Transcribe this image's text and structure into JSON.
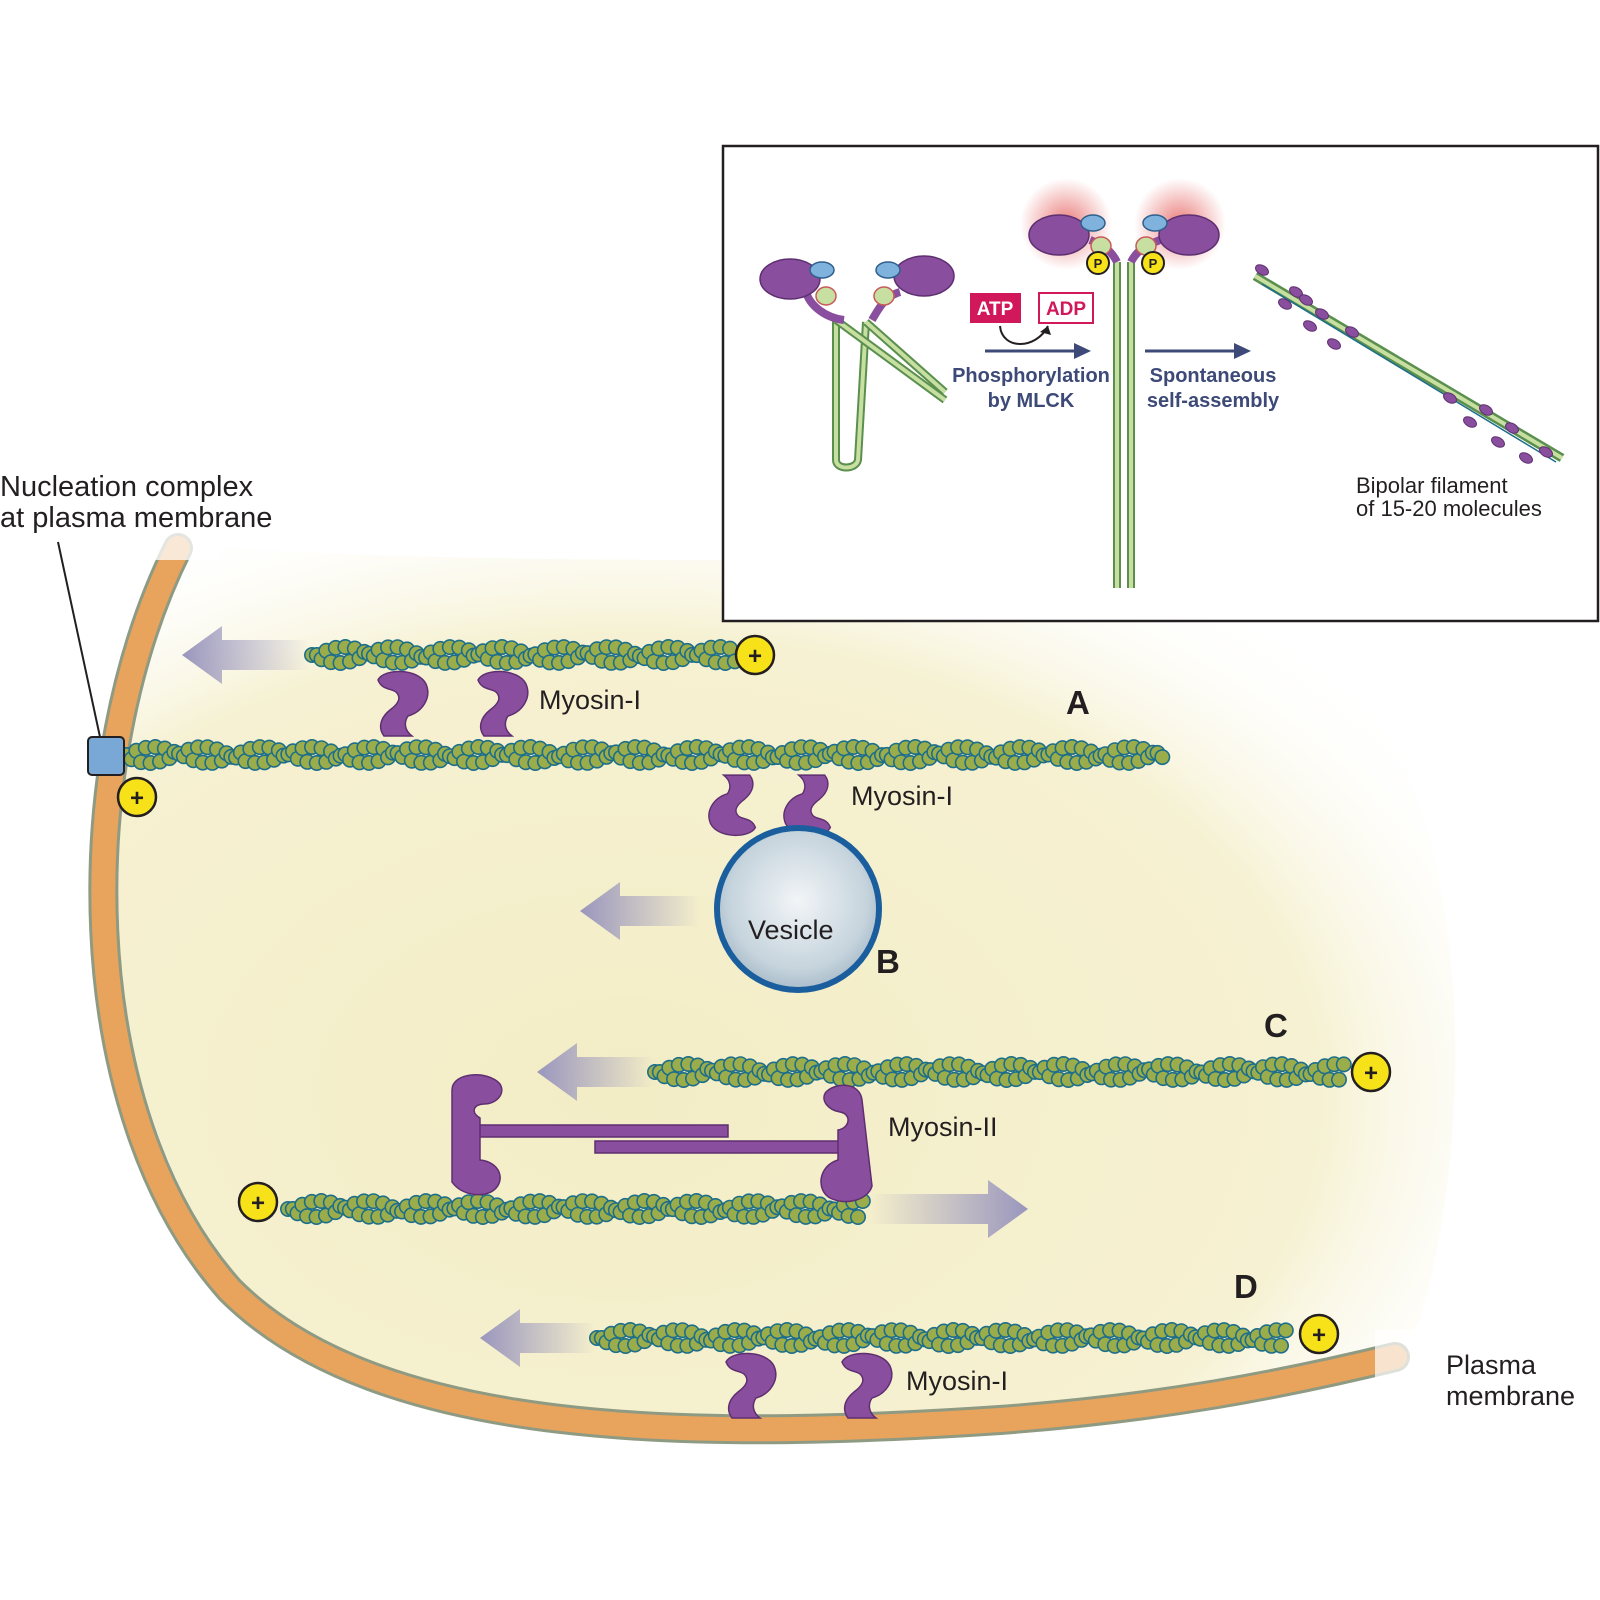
{
  "labels": {
    "nucleation": [
      "Nucleation complex",
      "at plasma membrane"
    ],
    "plasma_membrane": [
      "Plasma",
      "membrane"
    ],
    "vesicle": "Vesicle",
    "myosin_i": "Myosin-I",
    "myosin_ii": "Myosin-II",
    "letter_a": "A",
    "letter_b": "B",
    "letter_c": "C",
    "letter_d": "D",
    "plus": "+"
  },
  "inset": {
    "atp": "ATP",
    "adp": "ADP",
    "p": "P",
    "step1": [
      "Phosphorylation",
      "by MLCK"
    ],
    "step2": [
      "Spontaneous",
      "self-assembly"
    ],
    "result": [
      "Bipolar filament",
      "of 15-20 molecules"
    ]
  },
  "colors": {
    "cytoplasm": "#f6f0cc",
    "membrane": "#e8a45c",
    "actin": "#9bad4a",
    "actin_edge": "#1d6e8a",
    "myosin": "#8a4e9e",
    "plus_end": "#f7e21a",
    "atp_fill": "#d0185a",
    "arrow": "#3d4a78",
    "vesicle_edge": "#1b5e9e"
  }
}
